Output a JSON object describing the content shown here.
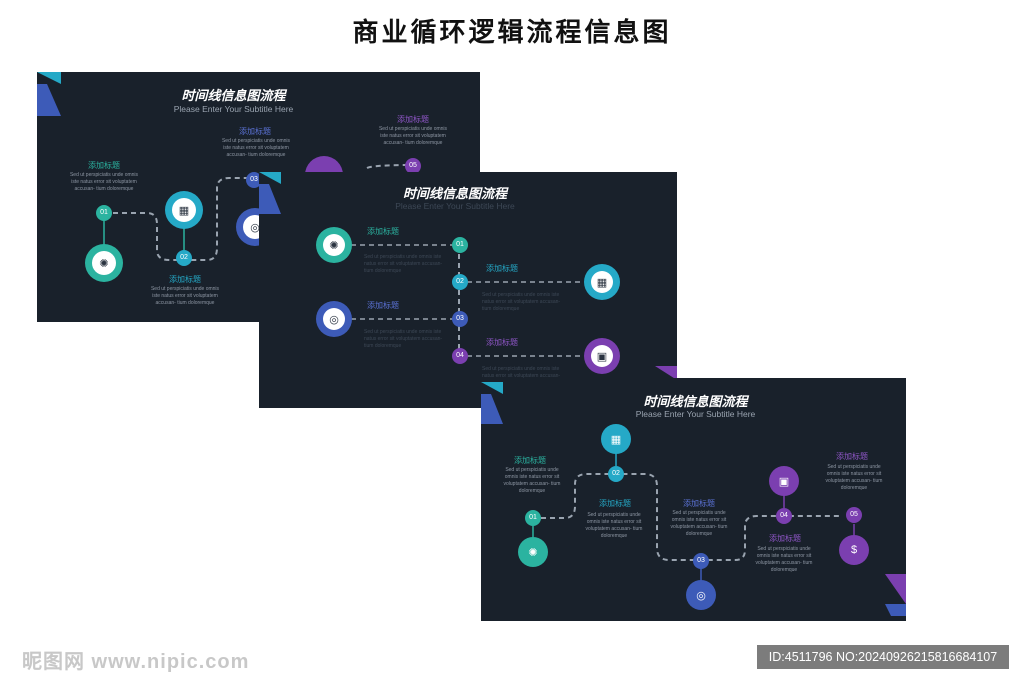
{
  "page_title": "商业循环逻辑流程信息图",
  "slide_title": "时间线信息图流程",
  "slide_subtitle": "Please Enter Your Subtitle Here",
  "add_title": "添加标题",
  "body_text": "Sed ut perspiciatis unde omnis iste natus error sit voluptatem accusan- tium doloremque",
  "steps": [
    "01",
    "02",
    "03",
    "04",
    "05"
  ],
  "colors": {
    "bg": "#19212b",
    "teal": "#2bb3a0",
    "cyan": "#25a9c7",
    "blue": "#3d5bb8",
    "purple": "#7b3fb0"
  },
  "watermark": {
    "logo": "昵图网 www.nipic.com",
    "id": "ID:4511796 NO:20240926215816684107"
  }
}
